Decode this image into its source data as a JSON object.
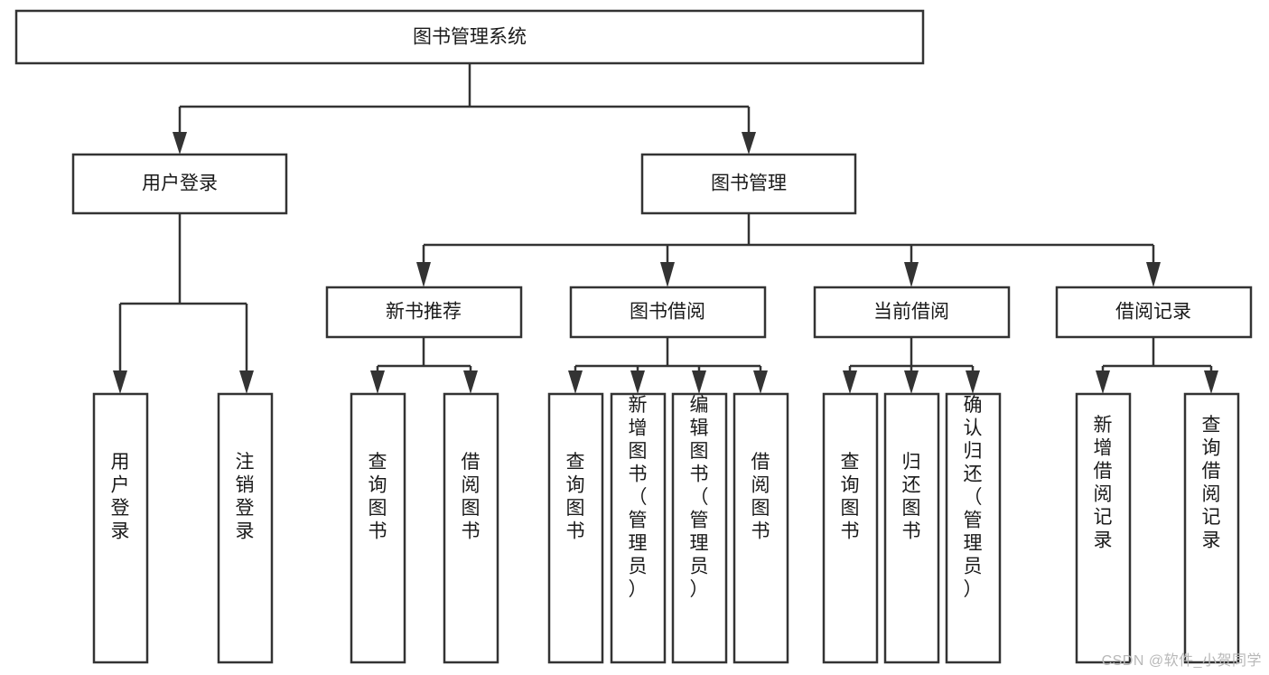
{
  "diagram": {
    "type": "tree",
    "title": "图书管理系统",
    "watermark": "CSDN @软件_小贺同学",
    "colors": {
      "box_stroke": "#333333",
      "box_fill": "#ffffff",
      "text": "#1a1a1a",
      "watermark": "#b8b8b8",
      "background": "#ffffff"
    },
    "nodes": {
      "root": {
        "label": "图书管理系统"
      },
      "level1": [
        {
          "id": "user-login",
          "label": "用户登录"
        },
        {
          "id": "book-manage",
          "label": "图书管理"
        }
      ],
      "level2": [
        {
          "id": "new-book-rec",
          "label": "新书推荐"
        },
        {
          "id": "book-borrow",
          "label": "图书借阅"
        },
        {
          "id": "current-borrow",
          "label": "当前借阅"
        },
        {
          "id": "borrow-record",
          "label": "借阅记录"
        }
      ],
      "leaves_user_login": [
        {
          "id": "leaf-user-login",
          "label": "用户登录"
        },
        {
          "id": "leaf-logout",
          "label": "注销登录"
        }
      ],
      "leaves_new_book_rec": [
        {
          "id": "leaf-query-book-1",
          "label": "查询图书"
        },
        {
          "id": "leaf-borrow-book-1",
          "label": "借阅图书"
        }
      ],
      "leaves_book_borrow": [
        {
          "id": "leaf-query-book-2",
          "label": "查询图书"
        },
        {
          "id": "leaf-add-book",
          "label": "新增图书（管理员）"
        },
        {
          "id": "leaf-edit-book",
          "label": "编辑图书（管理员）"
        },
        {
          "id": "leaf-borrow-book-2",
          "label": "借阅图书"
        }
      ],
      "leaves_current_borrow": [
        {
          "id": "leaf-query-book-3",
          "label": "查询图书"
        },
        {
          "id": "leaf-return-book",
          "label": "归还图书"
        },
        {
          "id": "leaf-confirm-return",
          "label": "确认归还（管理员）"
        }
      ],
      "leaves_borrow_record": [
        {
          "id": "leaf-add-record",
          "label": "新增借阅记录"
        },
        {
          "id": "leaf-query-record",
          "label": "查询借阅记录"
        }
      ]
    }
  }
}
